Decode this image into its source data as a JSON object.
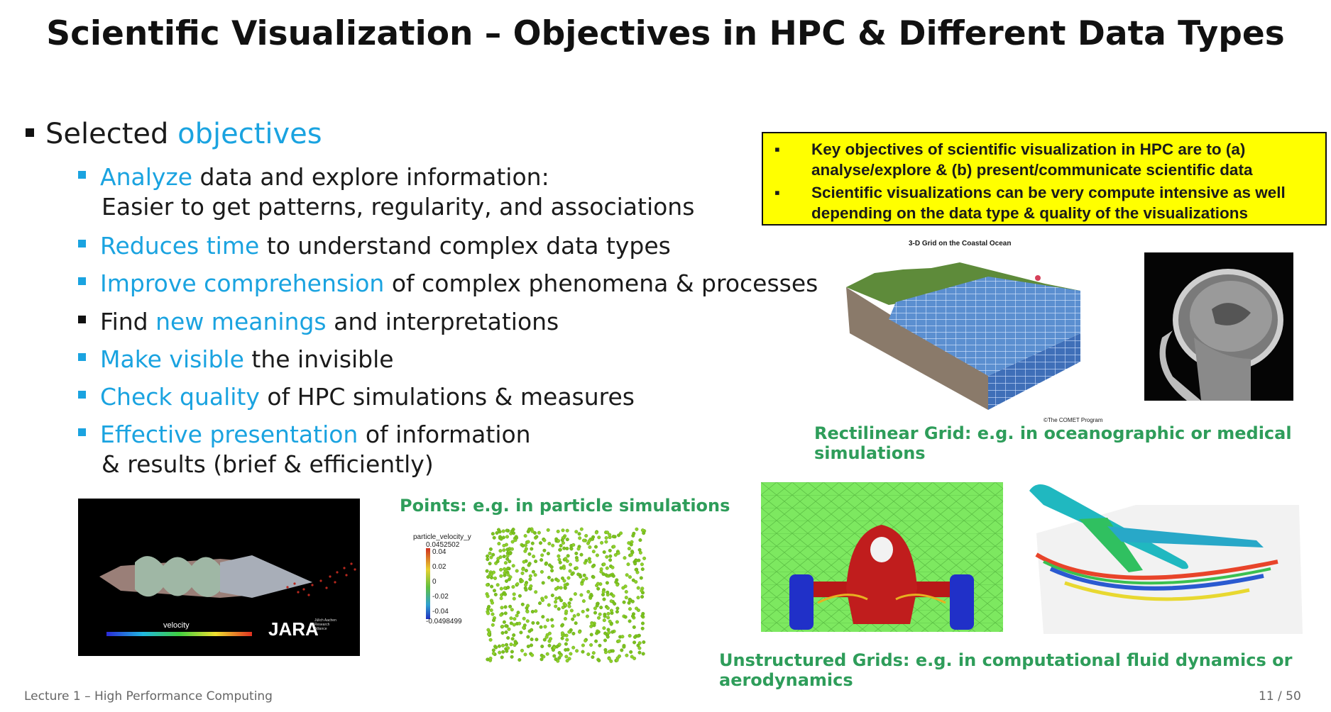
{
  "title": "Scientific Visualization – Objectives in HPC & Different Data Types",
  "main_bullet": {
    "prefix": "Selected ",
    "highlight": "objectives"
  },
  "objectives": [
    {
      "highlight": "Analyze",
      "text": " data and explore information:",
      "continuation": "Easier to get patterns, regularity, and associations"
    },
    {
      "highlight": "Reduces time",
      "text": " to understand complex data types"
    },
    {
      "highlight": "Improve comprehension",
      "text": " of complex phenomena & processes"
    },
    {
      "prefix": "Find ",
      "highlight": "new meanings",
      "text": " and interpretations"
    },
    {
      "highlight": "Make visible",
      "text": " the invisible"
    },
    {
      "highlight": "Check quality",
      "text": " of HPC simulations & measures"
    },
    {
      "highlight": "Effective presentation",
      "text": " of information",
      "continuation": "& results (brief & efficiently)"
    }
  ],
  "key_box": {
    "bullet_glyph": "▪",
    "items": [
      "Key objectives of scientific visualization in HPC are to (a) analyse/explore & (b) present/communicate scientific data",
      "Scientific visualizations can be very compute intensive as well depending on the data type & quality of the visualizations"
    ]
  },
  "captions": {
    "rectilinear": "Rectilinear Grid: e.g. in oceanographic or medical simulations",
    "points": "Points: e.g. in particle simulations",
    "unstructured": "Unstructured Grids: e.g. in computational fluid dynamics or aerodynamics"
  },
  "ocean_grid": {
    "title": "3-D Grid on the Coastal Ocean",
    "credit": "©The COMET Program"
  },
  "particle_plot": {
    "label": "particle_velocity_y",
    "max": "0.0452502",
    "ticks": [
      "0.04",
      "0.02",
      "0",
      "-0.02",
      "-0.04"
    ],
    "min": "-0.0498499"
  },
  "engine_image": {
    "colorbar_label": "velocity",
    "logo": "JARA",
    "logo_sub": [
      "Jülich Aachen",
      "Research",
      "Alliance"
    ]
  },
  "footer": {
    "left": "Lecture 1 – High Performance Computing",
    "right": "11 / 50"
  },
  "colors": {
    "accent": "#1aa3e0",
    "caption_green": "#2e9d5a",
    "key_box_bg": "#ffff00"
  }
}
